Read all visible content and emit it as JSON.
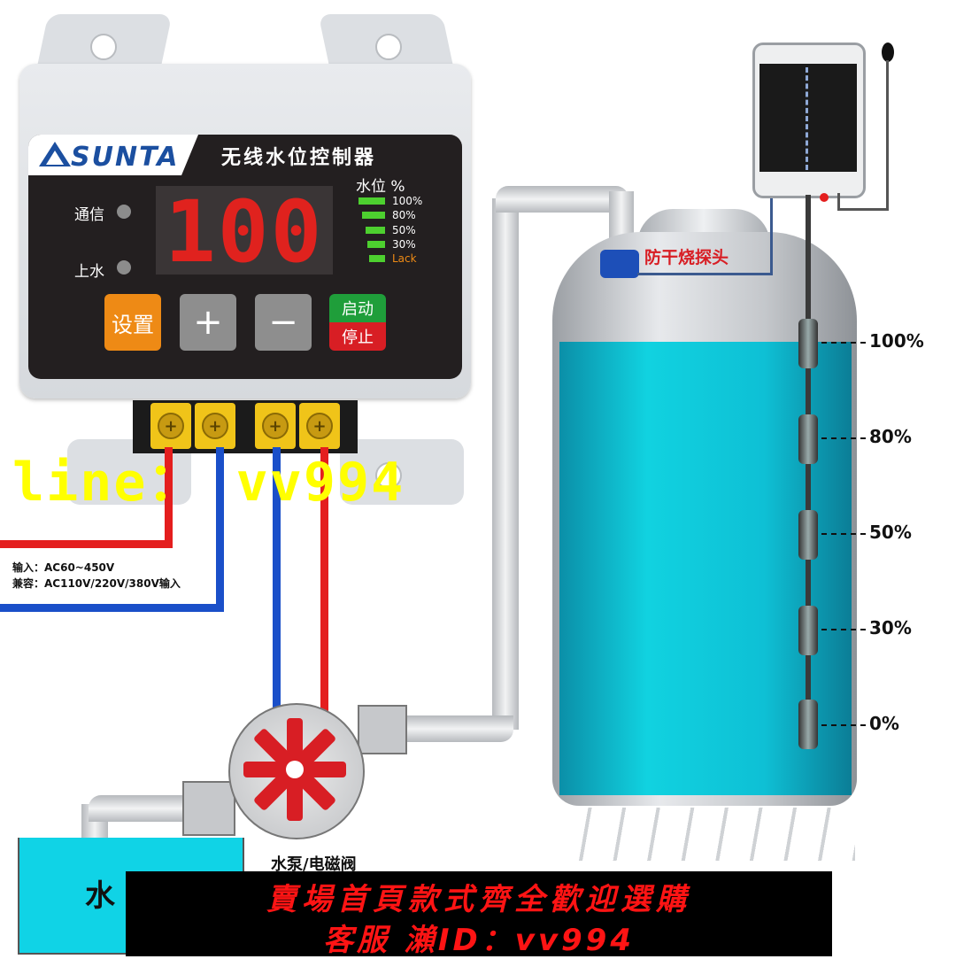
{
  "controller": {
    "brand": "SUNTA",
    "title": "无线水位控制器",
    "display_value": "100",
    "indicators": [
      {
        "label": "通信"
      },
      {
        "label": "上水"
      }
    ],
    "level_title": "水位 %",
    "level_rows": [
      {
        "label": "100%",
        "color": "#ffffff"
      },
      {
        "label": "80%",
        "color": "#ffffff"
      },
      {
        "label": "50%",
        "color": "#ffffff"
      },
      {
        "label": "30%",
        "color": "#ffffff"
      },
      {
        "label": "Lack",
        "color": "#ee8a15"
      }
    ],
    "buttons": {
      "set": "设置",
      "plus": "+",
      "minus": "−",
      "start": "启动",
      "stop": "停止"
    }
  },
  "wiring_notes": {
    "line1": "输入：AC60~450V",
    "line2": "兼容：AC110V/220V/380V输入"
  },
  "tank": {
    "dry_probe_label": "防干烧探头",
    "levels": [
      "100%",
      "80%",
      "50%",
      "30%",
      "0%"
    ]
  },
  "pump_label": "水泵/电磁阀",
  "basin_label": "水",
  "watermark": "line：  vv994",
  "banner": {
    "line1": "賣場首頁款式齊全歡迎選購",
    "line2": "客服 瀨ID：vv994"
  },
  "colors": {
    "digit_red": "#e0221e",
    "level_green": "#4dd02f",
    "wire_red": "#e41e1e",
    "wire_blue": "#1a4fc9",
    "water": "#11d2e0"
  }
}
